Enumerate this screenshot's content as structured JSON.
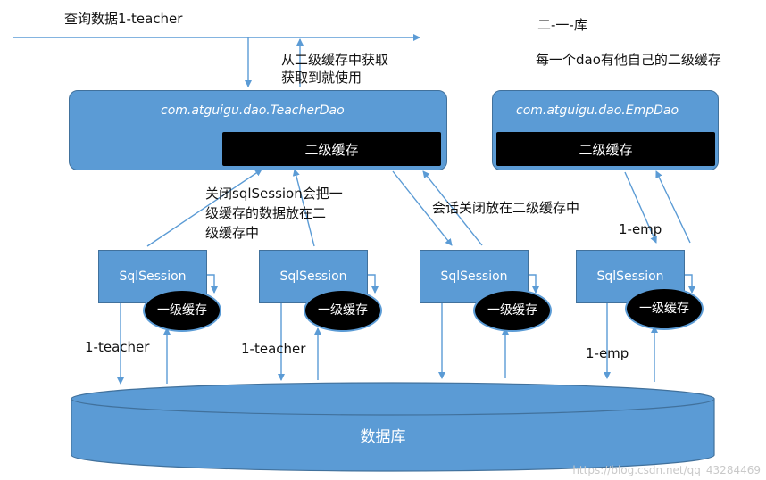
{
  "notes": {
    "query": "查询数据1-teacher",
    "fetch_line1": "从二级缓存中获取",
    "fetch_line2": "获取到就使用",
    "title": "二-一-库",
    "per_dao": "每一个dao有他自己的二级缓存",
    "close_line1": "关闭sqlSession会把一",
    "close_line2": "级缓存的数据放在二",
    "close_line3": "级缓存中",
    "session_close": "会话关闭放在二级缓存中"
  },
  "daos": [
    {
      "name": "com.atguigu.dao.TeacherDao",
      "cache_label": "二级缓存"
    },
    {
      "name": "com.atguigu.dao.EmpDao",
      "cache_label": "二级缓存"
    }
  ],
  "sessions": [
    {
      "label": "SqlSession",
      "cache_line1": "一级",
      "cache_line2": "缓存",
      "flow": "1-teacher"
    },
    {
      "label": "SqlSession",
      "cache_line1": "一级",
      "cache_line2": "缓存",
      "flow": "1-teacher"
    },
    {
      "label": "SqlSession",
      "cache_line1": "一级",
      "cache_line2": "缓存",
      "flow": ""
    },
    {
      "label": "SqlSession",
      "cache_line1": "一级",
      "cache_line2": "缓存",
      "flow": "1-emp"
    }
  ],
  "emp_flow_upper": "1-emp",
  "database": {
    "label": "数据库"
  },
  "watermark": "https://blog.csdn.net/qq_43284469",
  "colors": {
    "box_fill": "#5b9bd5",
    "box_border": "#41719c",
    "cache_fill": "#000000",
    "arrow": "#5b9bd5"
  }
}
